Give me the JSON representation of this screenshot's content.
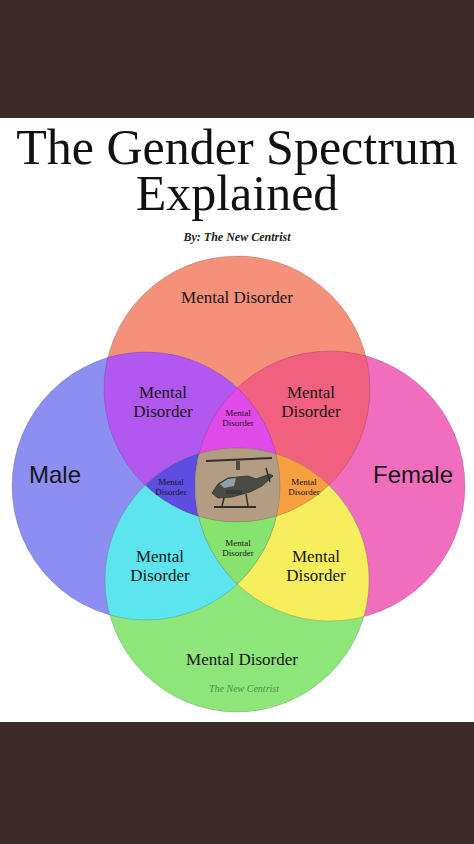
{
  "diagram": {
    "title": "The Gender Spectrum Explained",
    "nodes": [
      {
        "text": [
          "Mental Disorder"
        ]
      },
      {
        "text": [
          "Mental Disorder"
        ]
      },
      {
        "text": [
          "Mental Disorder"
        ]
      },
      {
        "text": [
          "Mental Disorder"
        ]
      },
      {
        "text": [
          "Male"
        ]
      },
      {
        "text": [
          "Mental Disorder"
        ]
      },
      {
        "text": [
          "Mental Disorder"
        ]
      },
      {
        "text": [
          "Female"
        ]
      },
      {
        "text": [
          "Mental Disorder"
        ]
      },
      {
        "text": [
          "Mental Disorder"
        ]
      },
      {
        "text": [
          "Mental Disorder"
        ]
      },
      {
        "text": [
          "Mental Disorder"
        ]
      }
    ],
    "labels": [
      "By: The New Centrist",
      "The New Centrist"
    ]
  }
}
